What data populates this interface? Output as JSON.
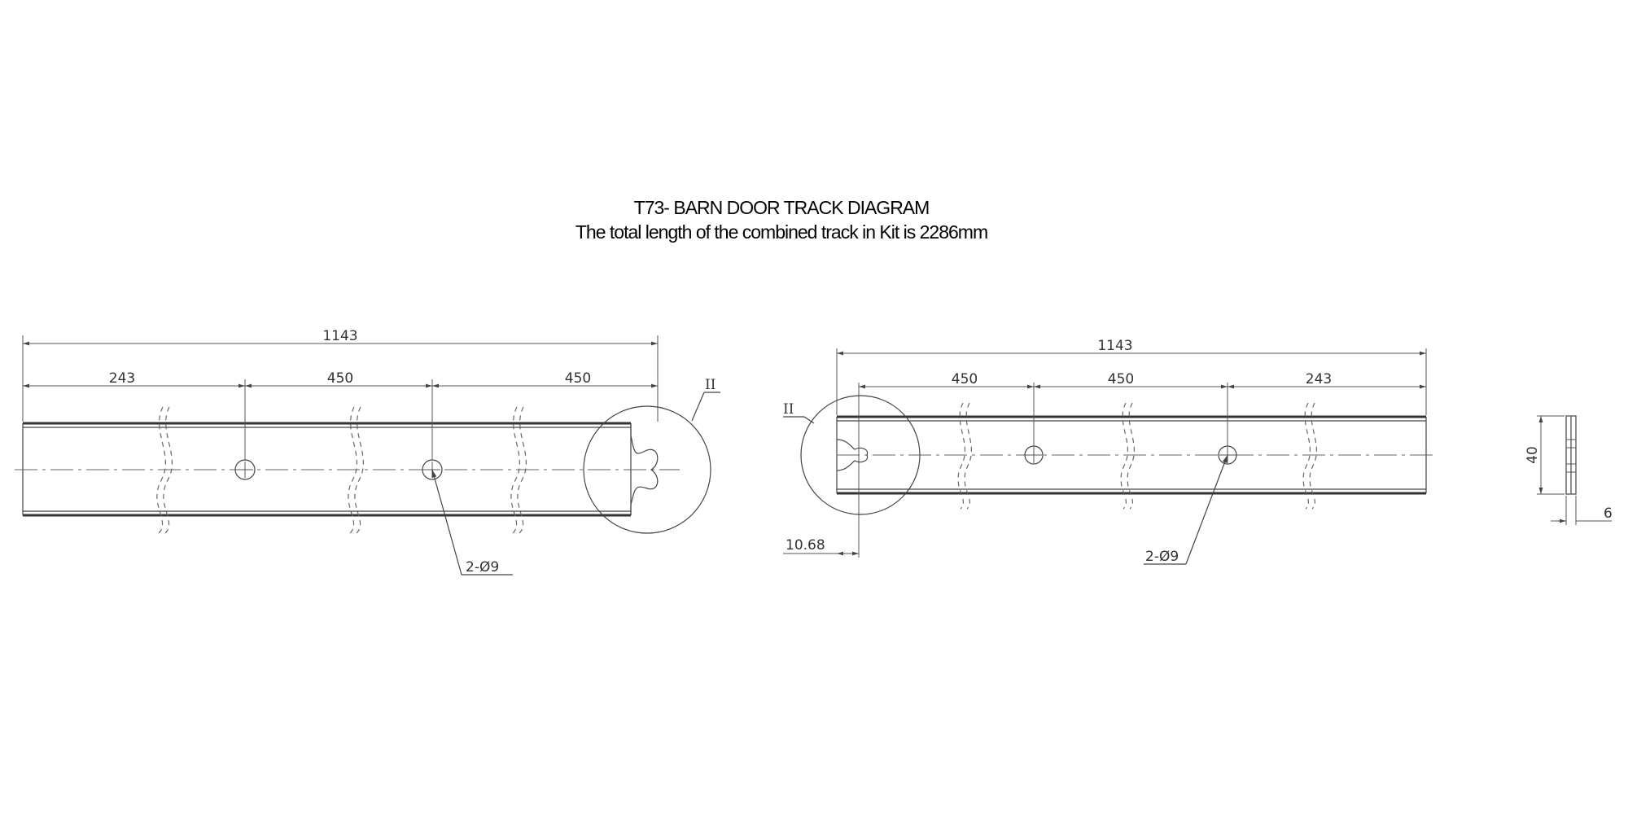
{
  "title": "T73- BARN DOOR TRACK DIAGRAM",
  "subtitle": "The total length of the combined track in Kit is 2286mm",
  "left_view": {
    "overall": "1143",
    "segments": [
      "243",
      "450",
      "450"
    ],
    "detail_label": "II",
    "hole_callout": "2-Ø9"
  },
  "right_view": {
    "overall": "1143",
    "segments": [
      "450",
      "450",
      "243"
    ],
    "detail_label": "II",
    "offset": "10.68",
    "hole_callout": "2-Ø9"
  },
  "end_view": {
    "height": "40",
    "thickness": "6"
  }
}
